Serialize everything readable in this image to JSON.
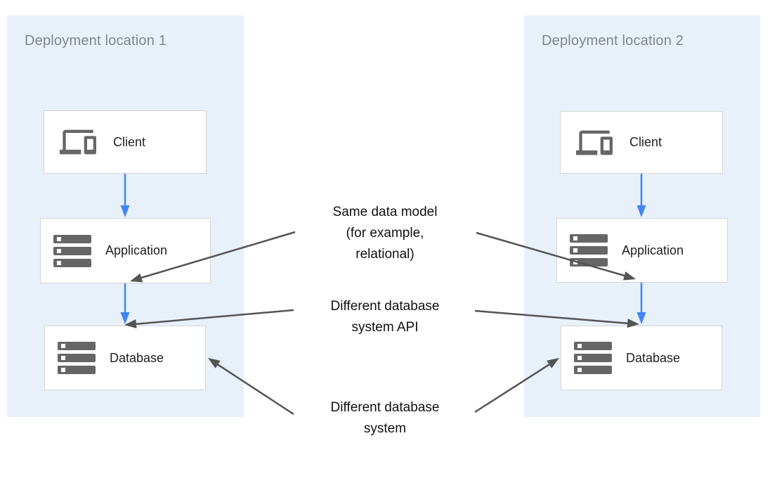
{
  "panels": [
    {
      "title": "Deployment location 1"
    },
    {
      "title": "Deployment location 2"
    }
  ],
  "nodes": {
    "left": {
      "client": "Client",
      "application": "Application",
      "database": "Database"
    },
    "right": {
      "client": "Client",
      "application": "Application",
      "database": "Database"
    }
  },
  "annotations": {
    "same_data_model": "Same data model\n(for example,\nrelational)",
    "different_db_api": "Different database\nsystem API",
    "different_db_system": "Different database\nsystem"
  },
  "colors": {
    "panel_bg": "#e8f0fa",
    "panel_title": "#80868b",
    "box_bg": "#ffffff",
    "box_border": "#d5d5d5",
    "box_text": "#212121",
    "icon_gray": "#666666",
    "blue_arrow": "#4285f4",
    "gray_arrow": "#545454",
    "annotation_text": "#111111"
  }
}
